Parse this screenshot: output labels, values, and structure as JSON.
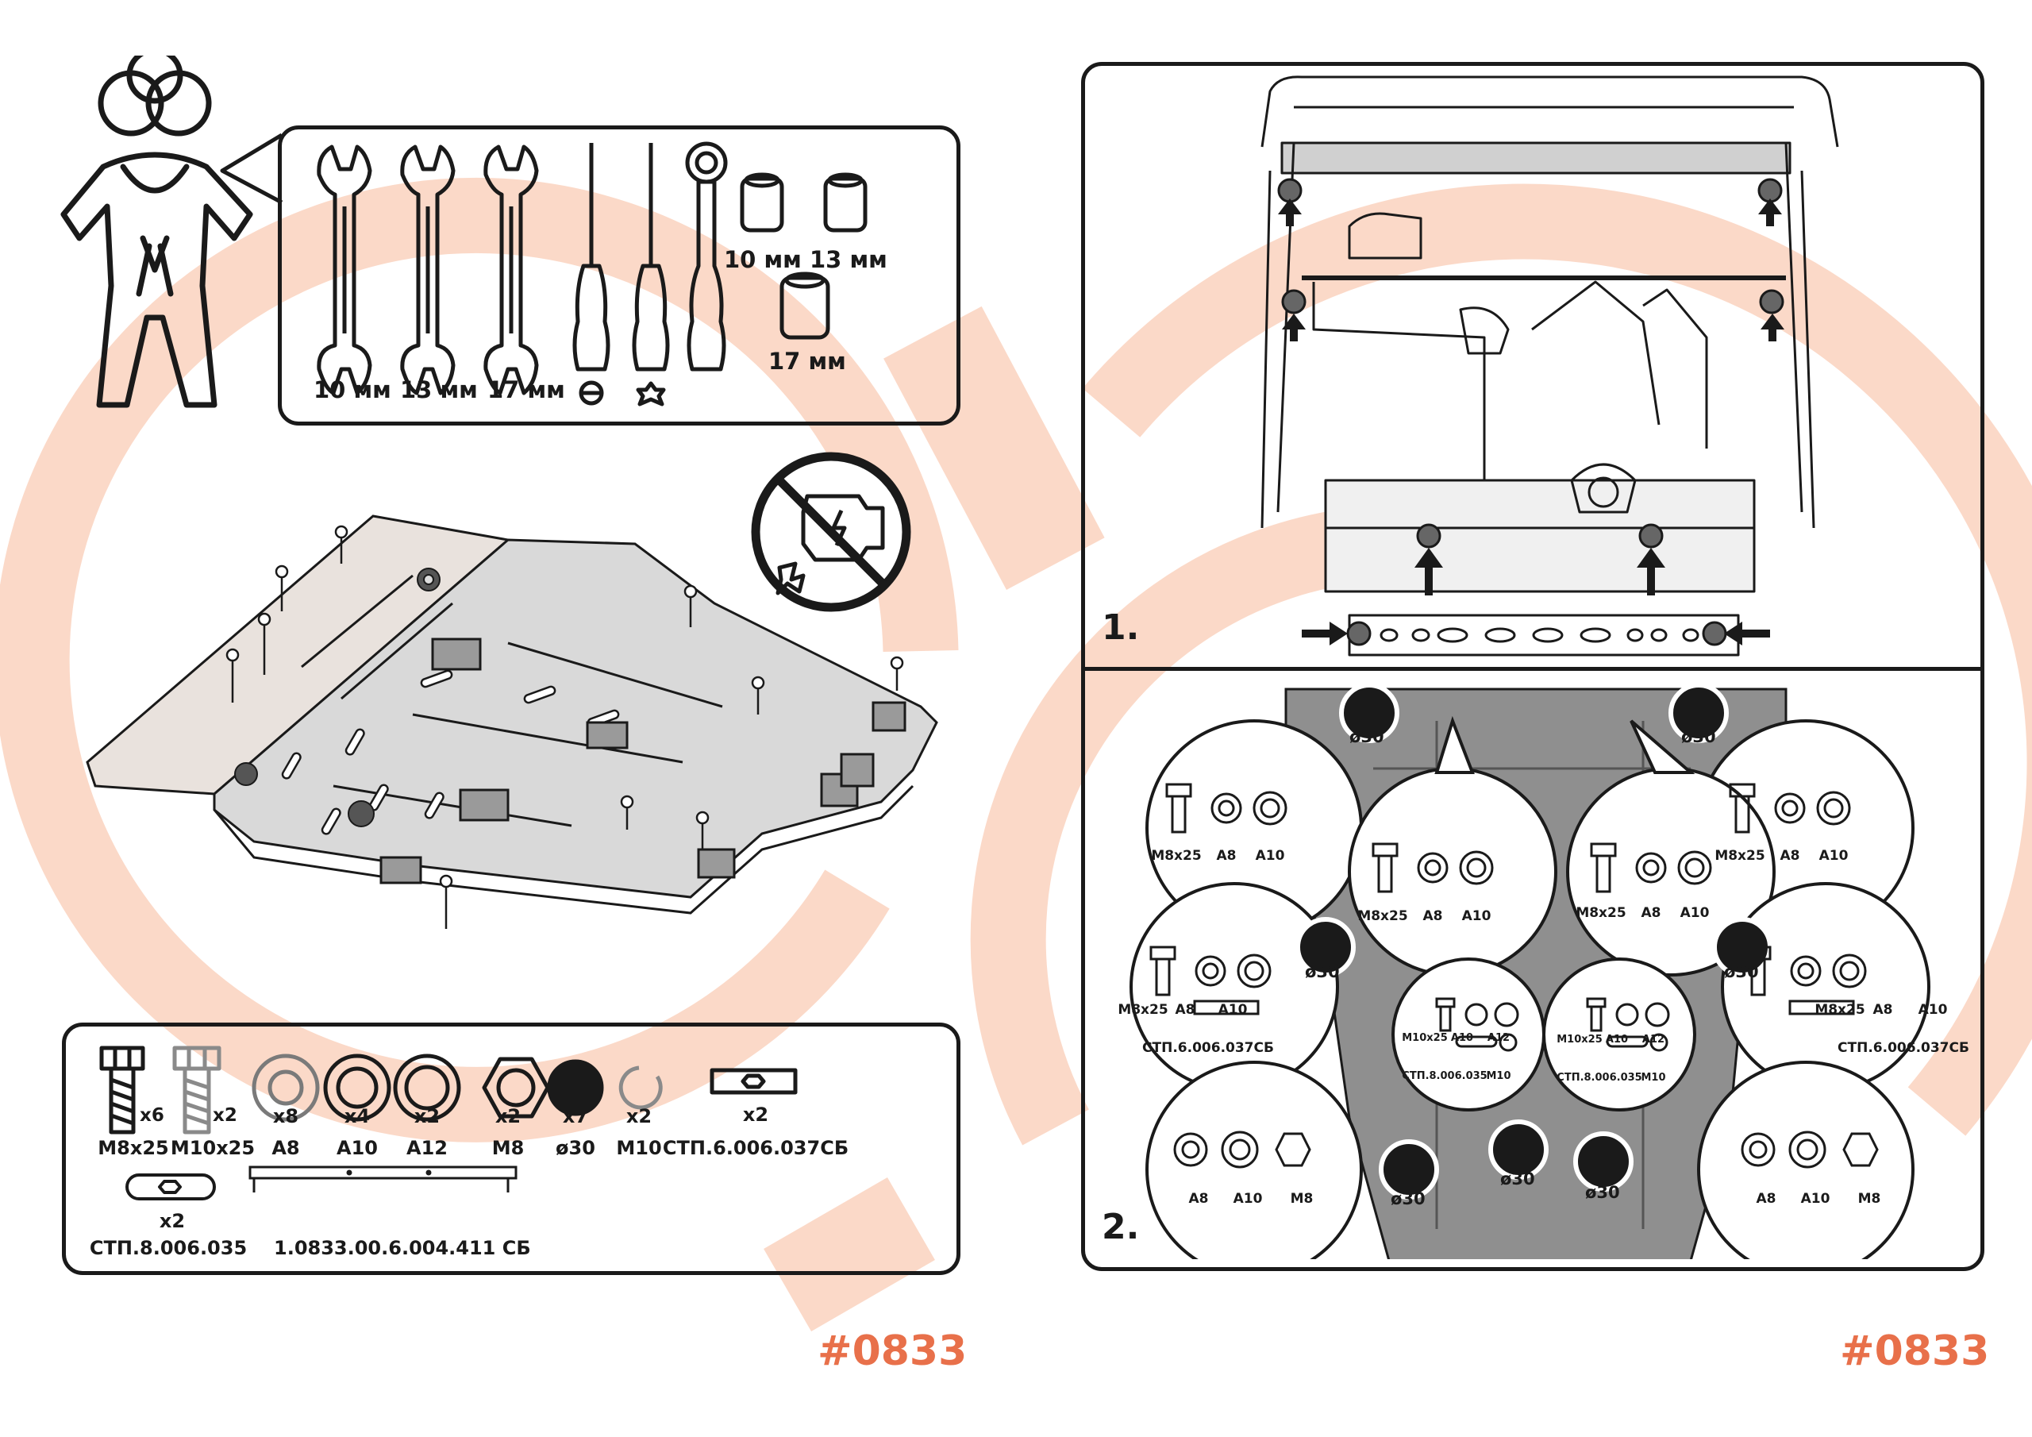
{
  "colors": {
    "accent": "#e8704a",
    "watermark": "#fbd9c8",
    "ink": "#1a1a1a",
    "plate": "#d9d9d9",
    "plate_dark": "#8a8a8a"
  },
  "tools": {
    "wrenches": [
      "10 мм",
      "13 мм",
      "17 мм"
    ],
    "sockets": [
      "10 мм",
      "13 мм",
      "17 мм"
    ],
    "screwdriver_icons": [
      "flat-screwdriver-icon",
      "torx-screwdriver-icon"
    ]
  },
  "kit": {
    "items": [
      {
        "name": "М8х25",
        "qty": "х6"
      },
      {
        "name": "М10х25",
        "qty": "х2"
      },
      {
        "name": "А8",
        "qty": "х8"
      },
      {
        "name": "А10",
        "qty": "х4"
      },
      {
        "name": "А12",
        "qty": "х2"
      },
      {
        "name": "М8",
        "qty": "х2"
      },
      {
        "name": "ø30",
        "qty": "х7"
      },
      {
        "name": "М10",
        "qty": "х2"
      },
      {
        "name": "СТП.6.006.037СБ",
        "qty": "х2"
      },
      {
        "name": "СТП.8.006.035",
        "qty": "х2"
      },
      {
        "name": "1.0833.00.6.004.411 СБ",
        "qty": ""
      }
    ]
  },
  "steps": {
    "step1": "1.",
    "step2": "2."
  },
  "callouts": {
    "bolt_m8": "М8х25",
    "bolt_m10": "М10х25",
    "washer_a8": "А8",
    "washer_a10": "А10",
    "washer_a12": "А12",
    "nut_m8": "М8",
    "ring_m10": "М10",
    "plug": "ø30",
    "bracket_6": "СТП.6.006.037СБ",
    "bracket_8": "СТП.8.006.035"
  },
  "page_code": "#0833"
}
